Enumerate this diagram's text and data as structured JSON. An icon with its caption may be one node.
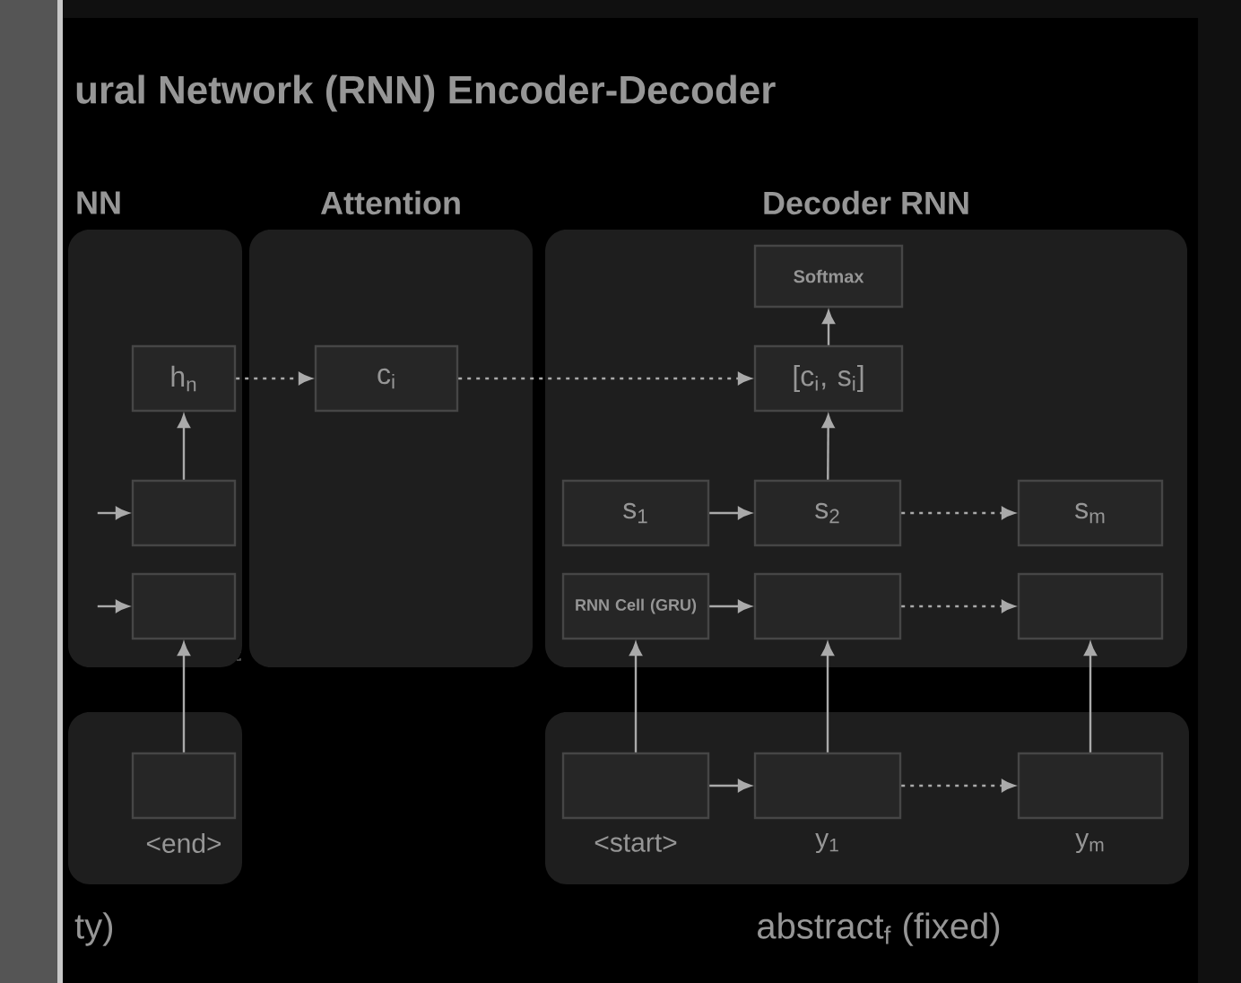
{
  "diagram": {
    "title": "ural Network (RNN) Encoder-Decoder",
    "nodes": [
      {
        "text": [
          "NN"
        ]
      },
      {
        "text": [
          "Attention"
        ]
      },
      {
        "text": [
          "Decoder RNN"
        ]
      },
      {
        "text": [
          "h$_{n}$"
        ],
        "in": 0
      },
      {
        "text": [],
        "shape": "box",
        "in": 0
      },
      {
        "text": [],
        "shape": "box",
        "in": 0
      },
      {
        "text": [
          "c$_{i}$"
        ],
        "in": 1
      },
      {
        "text": [
          "Softmax"
        ],
        "in": 2
      },
      {
        "text": [
          "[c$_{i}$, s$_{i}$]"
        ],
        "in": 2
      },
      {
        "text": [
          "s$_{1}$"
        ],
        "in": 2
      },
      {
        "text": [
          "s$_{2}$"
        ],
        "in": 2
      },
      {
        "text": [
          "s$_{m}$"
        ],
        "in": 2
      },
      {
        "text": [
          "RNN Cell (GRU)"
        ],
        "in": 2
      },
      {
        "text": [],
        "shape": "box",
        "in": 2
      },
      {
        "text": [],
        "shape": "box",
        "in": 2
      },
      {
        "text": [],
        "shape": "box"
      },
      {
        "text": [],
        "shape": "box",
        "in": 15,
        "beside": [
          "<end>"
        ]
      },
      {
        "text": [],
        "shape": "box"
      },
      {
        "text": [],
        "shape": "box",
        "in": 17,
        "beside": [
          "<start>"
        ]
      },
      {
        "text": [],
        "shape": "box",
        "in": 17,
        "beside": [
          "y$_{1}$"
        ]
      },
      {
        "text": [],
        "shape": "box",
        "in": 17,
        "beside": [
          "y$_{m}$"
        ]
      }
    ],
    "edges": [
      {
        "from": null,
        "to": 4,
        "arrow": "to"
      },
      {
        "from": null,
        "to": 5,
        "arrow": "to"
      },
      {
        "from": 4,
        "to": 3,
        "arrow": "to"
      },
      {
        "from": 16,
        "to": 5,
        "arrow": "to"
      },
      {
        "from": 3,
        "to": 6,
        "arrow": "to",
        "style": "dashed"
      },
      {
        "from": 6,
        "to": 8,
        "arrow": "to",
        "style": "dashed"
      },
      {
        "from": 8,
        "to": 7,
        "arrow": "to"
      },
      {
        "from": 10,
        "to": 8,
        "arrow": "to"
      },
      {
        "from": 9,
        "to": 10,
        "arrow": "to"
      },
      {
        "from": 10,
        "to": 11,
        "arrow": "to",
        "style": "dashed"
      },
      {
        "from": 12,
        "to": 13,
        "arrow": "to"
      },
      {
        "from": 13,
        "to": 14,
        "arrow": "to",
        "style": "dashed"
      },
      {
        "from": 18,
        "to": 19,
        "arrow": "to"
      },
      {
        "from": 19,
        "to": 20,
        "arrow": "to",
        "style": "dashed"
      },
      {
        "from": 18,
        "to": 12,
        "arrow": "to"
      },
      {
        "from": 19,
        "to": 13,
        "arrow": "to"
      },
      {
        "from": 20,
        "to": 14,
        "arrow": "to"
      }
    ],
    "labels": [
      "ty)",
      "abstract$_{f}$ (fixed)"
    ]
  }
}
